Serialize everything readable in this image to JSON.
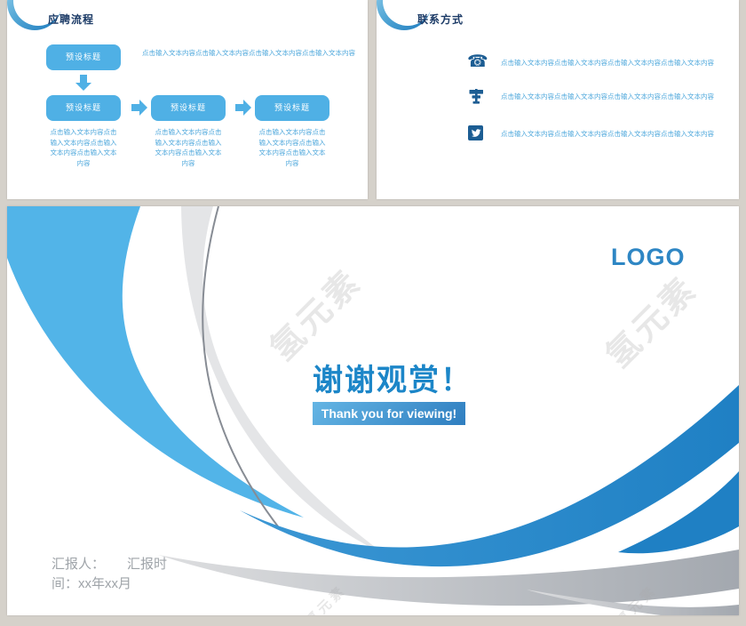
{
  "colors": {
    "background_frame": "#d5d1ca",
    "accent_light_blue": "#4fb0e5",
    "accent_dark_blue": "#1f80c4",
    "icon_blue": "#1c5d93",
    "title_navy": "#1b3a66",
    "headline_blue": "#1c86c8",
    "silver_gray": "#aab0b6"
  },
  "slide_process": {
    "title": "应聘流程",
    "intro_text": "点击输入文本内容点击输入文本内容点击输入文本内容点击输入文本内容",
    "top_box_label": "预设标题",
    "steps": [
      {
        "label": "预设标题",
        "caption": "点击输入文本内容点击输入文本内容点击输入文本内容点击输入文本内容"
      },
      {
        "label": "预设标题",
        "caption": "点击输入文本内容点击输入文本内容点击输入文本内容点击输入文本内容"
      },
      {
        "label": "预设标题",
        "caption": "点击输入文本内容点击输入文本内容点击输入文本内容点击输入文本内容"
      }
    ]
  },
  "slide_contact": {
    "title": "联系方式",
    "items": [
      {
        "icon": "phone-icon",
        "text": "点击输入文本内容点击输入文本内容点击输入文本内容点击输入文本内容"
      },
      {
        "icon": "signpost-icon",
        "text": "点击输入文本内容点击输入文本内容点击输入文本内容点击输入文本内容"
      },
      {
        "icon": "twitter-icon",
        "text": "点击输入文本内容点击输入文本内容点击输入文本内容点击输入文本内容"
      }
    ]
  },
  "slide_main": {
    "logo_text": "LOGO",
    "headline": "谢谢观赏！",
    "subtitle_banner": "Thank you for viewing!",
    "presenter_line1": "汇报人：      汇报时",
    "presenter_line2": "间：xx年xx月",
    "watermark_text": "氢元素"
  }
}
